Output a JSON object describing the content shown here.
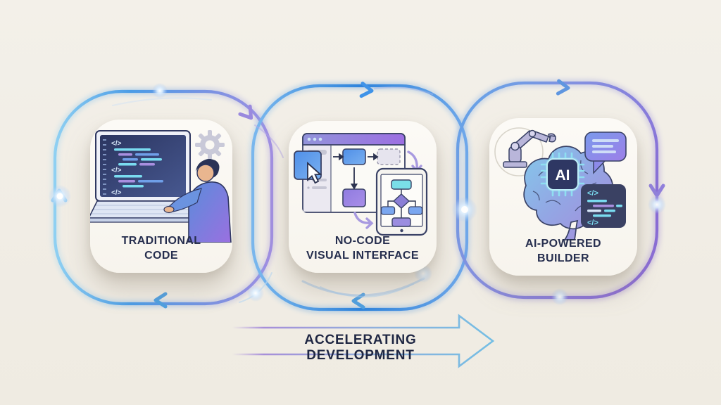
{
  "diagram_title": "",
  "stages": [
    {
      "name": "traditional-code",
      "label": [
        "TRADITIONAL",
        "CODE"
      ],
      "icons": [
        "laptop-with-code",
        "gear",
        "developer-person"
      ]
    },
    {
      "name": "no-code-visual-interface",
      "label": [
        "NO-CODE",
        "VISUAL INTERFACE"
      ],
      "icons": [
        "browser-window",
        "drag-block-cursor",
        "flow-blocks",
        "tablet-flowchart",
        "curved-arrows"
      ]
    },
    {
      "name": "ai-powered-builder",
      "label": [
        "AI-POWERED",
        "BUILDER"
      ],
      "chip_label": "AI",
      "icons": [
        "robot-arm",
        "brain",
        "ai-chip",
        "chat-bubble",
        "code-panel"
      ]
    }
  ],
  "glyphs": {
    "code_tag": "</>"
  },
  "bottom_arrow": {
    "label": "ACCELERATING DEVELOPMENT"
  },
  "colors": {
    "background": "#f1ede5",
    "card": "#faf8f3",
    "label_text": "#262e4e",
    "loop_blue": "#3f8fe2",
    "loop_purple": "#8f7ddb",
    "accent_cyan": "#7adcf0",
    "accent_purple": "#a98fe0",
    "accent_blue": "#6f9fe8",
    "screen_navy": "#2b3560"
  }
}
